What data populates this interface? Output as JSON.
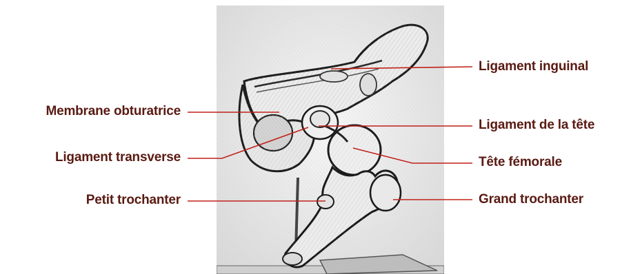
{
  "label_color": "#5a1a12",
  "line_color": "#c0211a",
  "labels": {
    "ligament_inguinal": "Ligament inguinal",
    "ligament_tete": "Ligament de la tête",
    "tete_femorale": "Tête fémorale",
    "grand_trochanter": "Grand trochanter",
    "membrane_obturatrice": "Membrane obturatrice",
    "ligament_transverse": "Ligament transverse",
    "petit_trochanter": "Petit trochanter"
  },
  "photo": {
    "subject": "hip-joint-bone-model-sketch",
    "style": "grayscale pencil sketch"
  }
}
